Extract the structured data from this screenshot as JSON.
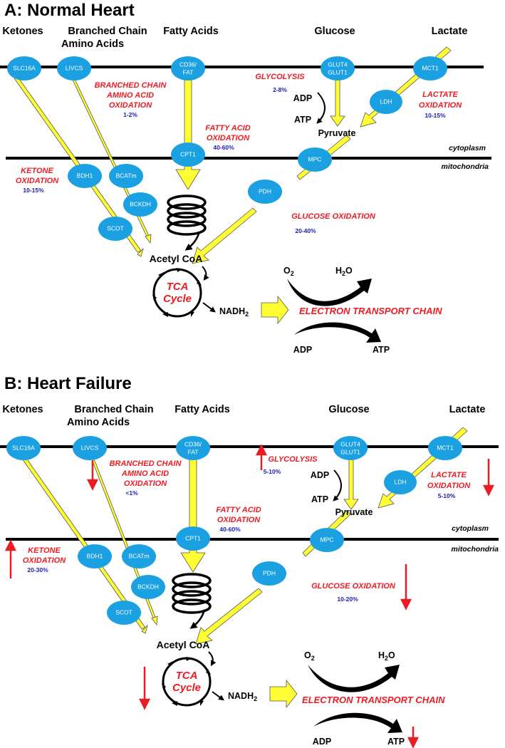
{
  "panels": [
    {
      "title": "A: Normal Heart",
      "headers": {
        "ketones": "Ketones",
        "bcaa_1": "Branched Chain",
        "bcaa_2": "Amino Acids",
        "fatty_acids": "Fatty Acids",
        "glucose": "Glucose",
        "lactate": "Lactate"
      },
      "transporters": {
        "slc16a": "SLC16A",
        "livcs": "LIVCS",
        "cd36_1": "CD36/",
        "cd36_2": "FAT",
        "glut_1": "GLUT4",
        "glut_2": "GLUT1",
        "mct1": "MCT1",
        "ldh": "LDH",
        "cpt1": "CPT1",
        "mpc": "MPC",
        "bdh1": "BDH1",
        "bcatm": "BCATm",
        "bckdh": "BCKDH",
        "scot": "SCOT",
        "pdh": "PDH"
      },
      "processes": {
        "bcaa_ox_1": "BRANCHED CHAIN",
        "bcaa_ox_2": "AMINO ACID",
        "bcaa_ox_3": "OXIDATION",
        "bcaa_pct": "1-2%",
        "glycolysis": "GLYCOLYSIS",
        "glycolysis_pct": "2-8%",
        "lactate_ox_1": "LACTATE",
        "lactate_ox_2": "OXIDATION",
        "lactate_pct": "10-15%",
        "fa_ox_1": "FATTY ACID",
        "fa_ox_2": "OXIDATION",
        "fa_pct": "40-60%",
        "ketone_ox_1": "KETONE",
        "ketone_ox_2": "OXIDATION",
        "ketone_pct": "10-15%",
        "glucose_ox": "GLUCOSE OXIDATION",
        "glucose_ox_pct": "20-40%"
      },
      "compartments": {
        "cytoplasm": "cytoplasm",
        "mitochondria": "mitochondria"
      },
      "molecules": {
        "adp_glyc": "ADP",
        "atp_glyc": "ATP",
        "pyruvate": "Pyruvate",
        "acetyl_coa": "Acetyl CoA",
        "tca_1": "TCA",
        "tca_2": "Cycle",
        "nadh": "NADH",
        "nadh_sub": "2",
        "o2": "O",
        "o2_sub": "2",
        "h2o_h": "H",
        "h2o_sub": "2",
        "h2o_o": "O",
        "etc": "ELECTRON  TRANSPORT CHAIN",
        "adp_etc": "ADP",
        "atp_etc": "ATP"
      }
    },
    {
      "title": "B: Heart Failure",
      "headers": {
        "ketones": "Ketones",
        "bcaa_1": "Branched Chain",
        "bcaa_2": "Amino Acids",
        "fatty_acids": "Fatty Acids",
        "glucose": "Glucose",
        "lactate": "Lactate"
      },
      "transporters": {
        "slc16a": "SLC16A",
        "livcs": "LIVCS",
        "cd36_1": "CD36/",
        "cd36_2": "FAT",
        "glut_1": "GLUT4",
        "glut_2": "GLUT1",
        "mct1": "MCT1",
        "ldh": "LDH",
        "cpt1": "CPT1",
        "mpc": "MPC",
        "bdh1": "BDH1",
        "bcatm": "BCATm",
        "bckdh": "BCKDH",
        "scot": "SCOT",
        "pdh": "PDH"
      },
      "processes": {
        "bcaa_ox_1": "BRANCHED CHAIN",
        "bcaa_ox_2": "AMINO ACID",
        "bcaa_ox_3": "OXIDATION",
        "bcaa_pct": "<1%",
        "glycolysis": "GLYCOLYSIS",
        "glycolysis_pct": "5-10%",
        "lactate_ox_1": "LACTATE",
        "lactate_ox_2": "OXIDATION",
        "lactate_pct": "5-10%",
        "fa_ox_1": "FATTY ACID",
        "fa_ox_2": "OXIDATION",
        "fa_pct": "40-60%",
        "ketone_ox_1": "KETONE",
        "ketone_ox_2": "OXIDATION",
        "ketone_pct": "20-30%",
        "glucose_ox": "GLUCOSE OXIDATION",
        "glucose_ox_pct": "10-20%"
      },
      "compartments": {
        "cytoplasm": "cytoplasm",
        "mitochondria": "mitochondria"
      },
      "molecules": {
        "adp_glyc": "ADP",
        "atp_glyc": "ATP",
        "pyruvate": "Pyruvate",
        "acetyl_coa": "Acetyl CoA",
        "tca_1": "TCA",
        "tca_2": "Cycle",
        "nadh": "NADH",
        "nadh_sub": "2",
        "o2": "O",
        "o2_sub": "2",
        "h2o_h": "H",
        "h2o_sub": "2",
        "h2o_o": "O",
        "etc": "ELECTRON  TRANSPORT CHAIN",
        "adp_etc": "ADP",
        "atp_etc": "ATP"
      },
      "change_indicators": {
        "glycolysis": "up",
        "bcaa_oxidation": "down",
        "lactate_oxidation": "down",
        "ketone_oxidation": "up",
        "glucose_oxidation": "down",
        "tca_cycle": "down",
        "atp_production": "down"
      }
    }
  ],
  "colors": {
    "transporter_fill": "#1ba1e2",
    "flux_arrow": "#ffff33",
    "process_text": "#ed1c24",
    "percent_text": "#1c1cb4",
    "change_arrow": "#ed1c24"
  }
}
